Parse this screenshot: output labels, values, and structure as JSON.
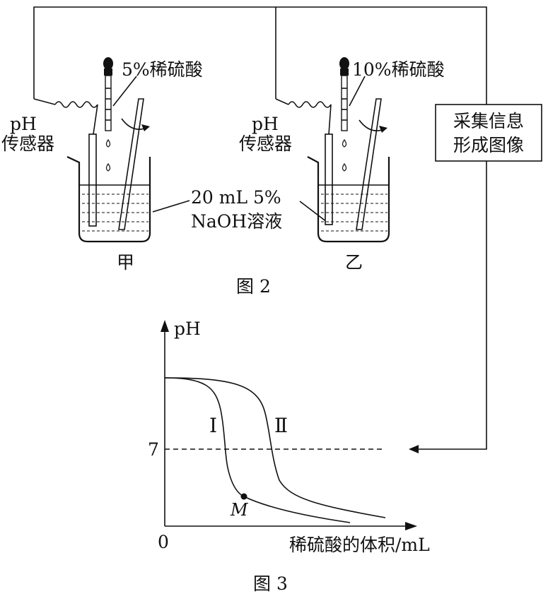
{
  "figure2": {
    "left_acid_label": "5%稀硫酸",
    "right_acid_label": "10%稀硫酸",
    "sensor_label_line1": "pH",
    "sensor_label_line2": "传感器",
    "solution_label_line1": "20 mL 5%",
    "solution_label_line2": "NaOH溶液",
    "beaker_left_label": "甲",
    "beaker_right_label": "乙",
    "collector_line1": "采集信息",
    "collector_line2": "形成图像",
    "caption": "图 2"
  },
  "figure3": {
    "caption": "图 3",
    "y_axis_label": "pH",
    "x_axis_label": "稀硫酸的体积/mL",
    "origin_label": "0",
    "y_tick_label": "7",
    "curve_1_label": "Ⅰ",
    "curve_2_label": "Ⅱ",
    "point_label": "M"
  }
}
